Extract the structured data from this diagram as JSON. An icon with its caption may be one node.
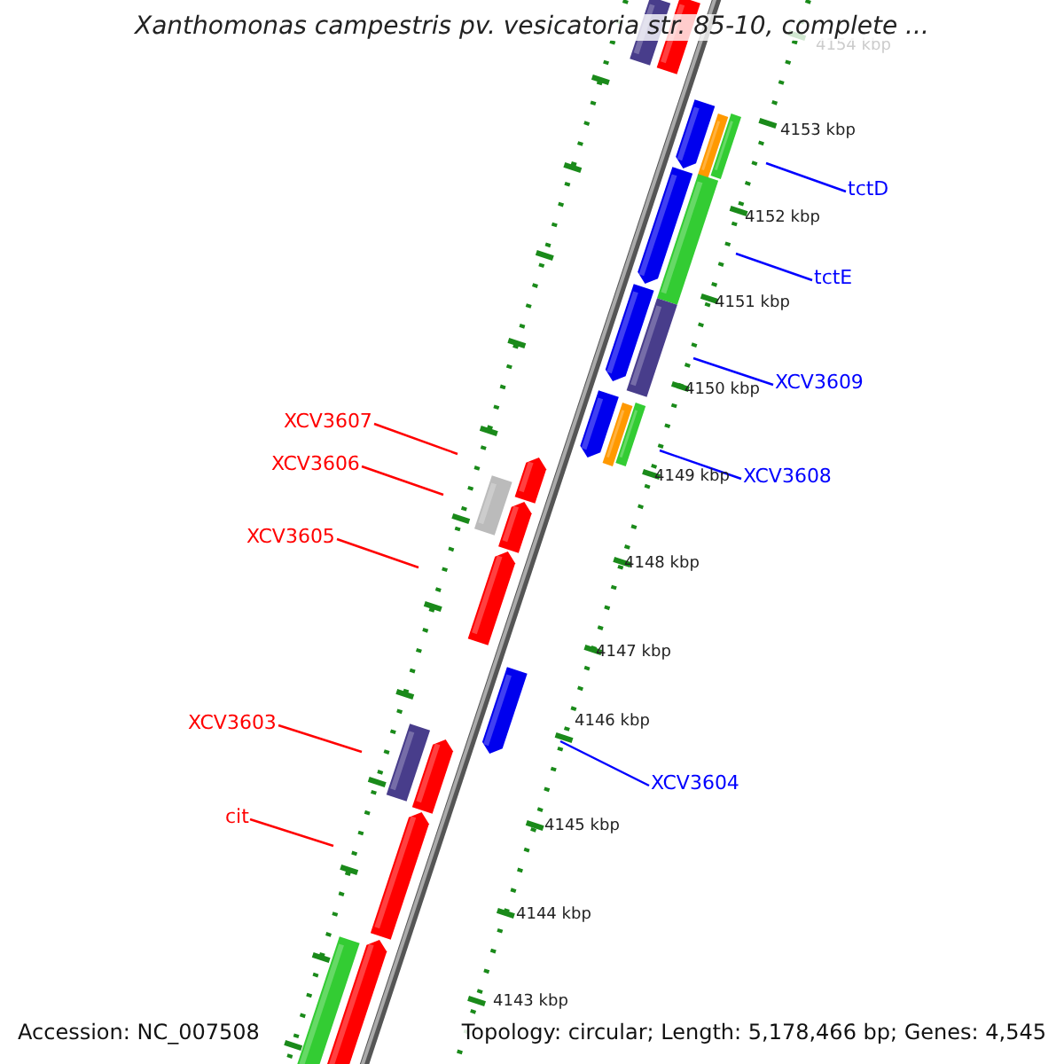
{
  "diagram": {
    "title": "Xanthomonas campestris pv. vesicatoria str. 85-10, complete ...",
    "nodes": [
      {
        "text": [
          "tctD"
        ]
      },
      {
        "text": [
          "tctE"
        ]
      },
      {
        "text": [
          "XCV3609"
        ]
      },
      {
        "text": [
          "XCV3607"
        ]
      },
      {
        "text": [
          "XCV3606"
        ]
      },
      {
        "text": [
          "XCV3608"
        ]
      },
      {
        "text": [
          "XCV3605"
        ]
      },
      {
        "text": [
          "XCV3603"
        ]
      },
      {
        "text": [
          "XCV3604"
        ]
      },
      {
        "text": [
          "cit"
        ]
      }
    ],
    "edges": [
      {
        "from": 0,
        "to": null,
        "arrow": "none",
        "color": "#0000ff"
      },
      {
        "from": 1,
        "to": null,
        "arrow": "none",
        "color": "#0000ff"
      },
      {
        "from": 2,
        "to": null,
        "arrow": "none",
        "color": "#0000ff"
      },
      {
        "from": 3,
        "to": null,
        "arrow": "none",
        "color": "#ff0000"
      },
      {
        "from": 4,
        "to": null,
        "arrow": "none",
        "color": "#ff0000"
      },
      {
        "from": 5,
        "to": null,
        "arrow": "none",
        "color": "#0000ff"
      },
      {
        "from": 6,
        "to": null,
        "arrow": "none",
        "color": "#ff0000"
      },
      {
        "from": 7,
        "to": null,
        "arrow": "none",
        "color": "#ff0000"
      },
      {
        "from": 8,
        "to": null,
        "arrow": "none",
        "color": "#0000ff"
      },
      {
        "from": 9,
        "to": null,
        "arrow": "none",
        "color": "#ff0000"
      }
    ],
    "labels": [
      "4154 kbp",
      "4153 kbp",
      "4152 kbp",
      "4151 kbp",
      "4150 kbp",
      "4149 kbp",
      "4148 kbp",
      "4147 kbp",
      "4146 kbp",
      "4145 kbp",
      "4144 kbp",
      "4143 kbp",
      "Accession: NC_007508",
      "Topology: circular; Length: 5,178,466 bp; Genes: 4,545"
    ]
  }
}
